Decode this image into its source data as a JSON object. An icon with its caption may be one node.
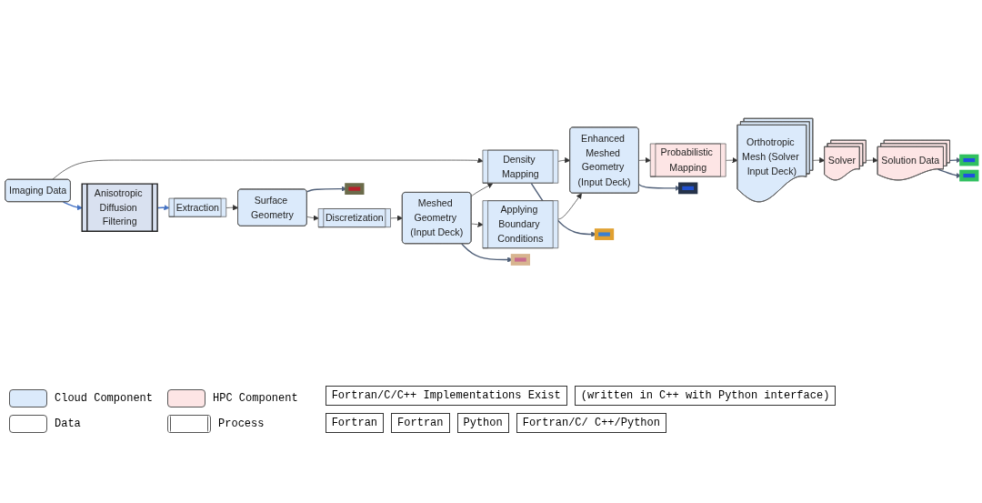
{
  "diagram": {
    "nodes": [
      {
        "text": [
          "Imaging Data"
        ]
      },
      {
        "text": [
          "Anisotropic Diffusion Filtering"
        ]
      },
      {
        "text": [
          "Extraction"
        ]
      },
      {
        "text": [
          "Surface Geometry"
        ]
      },
      {
        "text": [
          "Discretization"
        ]
      },
      {
        "text": [
          "Meshed Geometry (Input Deck)"
        ]
      },
      {
        "text": [
          "Density Mapping"
        ]
      },
      {
        "text": [
          "Applying Boundary Conditions"
        ]
      },
      {
        "text": [
          "Enhanced Meshed Geometry (Input Deck)"
        ]
      },
      {
        "text": [
          "Probabilistic Mapping"
        ]
      },
      {
        "text": [
          "Orthotropic Mesh (Solver Input Deck)"
        ]
      },
      {
        "text": [
          "Solver"
        ]
      },
      {
        "text": [
          "Solution Data"
        ]
      },
      {
        "text": [],
        "shape": "box"
      },
      {
        "text": [],
        "shape": "box"
      },
      {
        "text": [],
        "shape": "box"
      },
      {
        "text": [],
        "shape": "box"
      },
      {
        "text": [],
        "shape": "box"
      },
      {
        "text": [],
        "shape": "box"
      }
    ],
    "edges": [
      {
        "from": 0,
        "to": 1,
        "arrow": "to",
        "color": "#4472c4"
      },
      {
        "from": 1,
        "to": 2,
        "arrow": "to",
        "color": "#4472c4"
      },
      {
        "from": 0,
        "to": 6,
        "arrow": "to"
      },
      {
        "from": 2,
        "to": 3,
        "arrow": "to"
      },
      {
        "from": 3,
        "to": 13,
        "arrow": "to",
        "color": "#4f5f78"
      },
      {
        "from": 3,
        "to": 4,
        "arrow": "to"
      },
      {
        "from": 4,
        "to": 5,
        "arrow": "to"
      },
      {
        "from": 5,
        "to": 14,
        "arrow": "to",
        "color": "#4f5f78"
      },
      {
        "from": 5,
        "to": 6,
        "arrow": "to"
      },
      {
        "from": 5,
        "to": 7,
        "arrow": "to"
      },
      {
        "from": 6,
        "to": 15,
        "arrow": "to",
        "color": "#4f5f78"
      },
      {
        "from": 6,
        "to": 8,
        "arrow": "to"
      },
      {
        "from": 7,
        "to": 8,
        "arrow": "to"
      },
      {
        "from": 8,
        "to": 16,
        "arrow": "to",
        "color": "#4f5f78"
      },
      {
        "from": 8,
        "to": 9,
        "arrow": "to"
      },
      {
        "from": 9,
        "to": 10,
        "arrow": "to"
      },
      {
        "from": 10,
        "to": 11,
        "arrow": "to"
      },
      {
        "from": 11,
        "to": 12,
        "arrow": "to"
      },
      {
        "from": 12,
        "to": 17,
        "arrow": "to",
        "color": "#4f5f78"
      },
      {
        "from": 12,
        "to": 18,
        "arrow": "to",
        "color": "#4f5f78"
      }
    ],
    "labels": [
      "Fortran/C/C++ Implementations Exist",
      "(written in C++ with Python interface)",
      "Fortran",
      "Fortran",
      "Python",
      "Fortran/C/ C++/Python"
    ],
    "legend": [
      {
        "text": "Cloud Component",
        "color": "#dbeafb"
      },
      {
        "text": "HPC Component",
        "color": "#fde5e5"
      },
      {
        "text": "Data"
      },
      {
        "text": "Process"
      }
    ]
  }
}
